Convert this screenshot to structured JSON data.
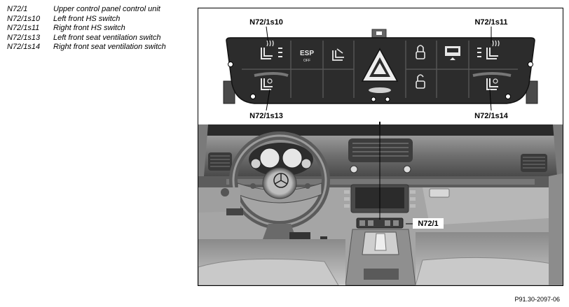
{
  "legend": [
    {
      "code": "N72/1",
      "desc": "Upper control panel control unit"
    },
    {
      "code": "N72/1s10",
      "desc": "Left front HS switch"
    },
    {
      "code": "N72/1s11",
      "desc": "Right front HS switch"
    },
    {
      "code": "N72/1s13",
      "desc": "Left front seat ventilation switch"
    },
    {
      "code": "N72/1s14",
      "desc": "Right front seat ventilation switch"
    }
  ],
  "callouts": {
    "s10": "N72/1s10",
    "s11": "N72/1s11",
    "s13": "N72/1s13",
    "s14": "N72/1s14",
    "unit": "N72/1"
  },
  "panel": {
    "esp_label": "ESP",
    "esp_sub": "OFF"
  },
  "reference": "P91.30-2097-06"
}
